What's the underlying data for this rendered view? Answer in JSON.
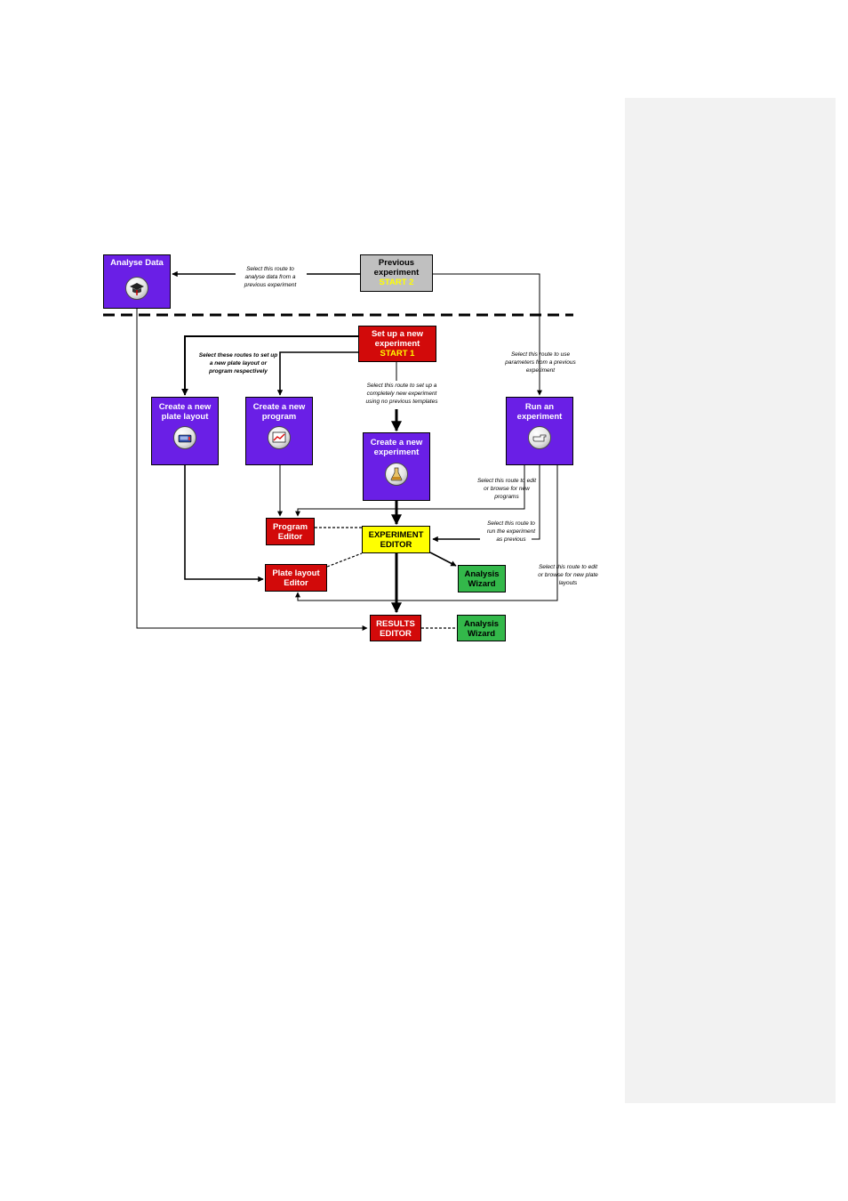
{
  "boxes": {
    "analyse_data": "Analyse Data",
    "previous_experiment": "Previous experiment",
    "start2": "START 2",
    "setup_new": "Set up a new experiment",
    "start1": "START 1",
    "new_plate_layout": "Create a new plate layout",
    "new_program": "Create a new program",
    "new_experiment": "Create a new experiment",
    "run_experiment": "Run an experiment",
    "program_editor": "Program Editor",
    "experiment_editor": "EXPERIMENT EDITOR",
    "plate_layout_editor": "Plate layout Editor",
    "analysis_wizard_1": "Analysis Wizard",
    "results_editor": "RESULTS EDITOR",
    "analysis_wizard_2": "Analysis Wizard"
  },
  "notes": {
    "analyse_route": "Select this route to analyse data from a previous experiment",
    "plate_program_routes": "Select these routes to set up a new plate layout or program respectively",
    "new_experiment_route": "Select this route to set up a completely new experiment using no previous templates",
    "use_parameters_route": "Select this route to use parameters from a previous experiment",
    "programs_route": "Select this route to edit or browse for new programs",
    "run_previous_route": "Select this route to run the experiment as previous",
    "plate_layouts_route": "Select this route to edit or browse for new plate layouts"
  },
  "icons": {
    "analyse_data": "graduation-cap-icon",
    "new_plate_layout": "plate-device-icon",
    "new_program": "program-graph-icon",
    "new_experiment": "flask-icon",
    "run_experiment": "pointing-hand-icon"
  },
  "colors": {
    "purple": "#6a1fe6",
    "red": "#d20a0a",
    "green": "#33b84a",
    "yellow": "#ffff00",
    "grey": "#c0c0c0",
    "start_text": "#ffff00"
  }
}
